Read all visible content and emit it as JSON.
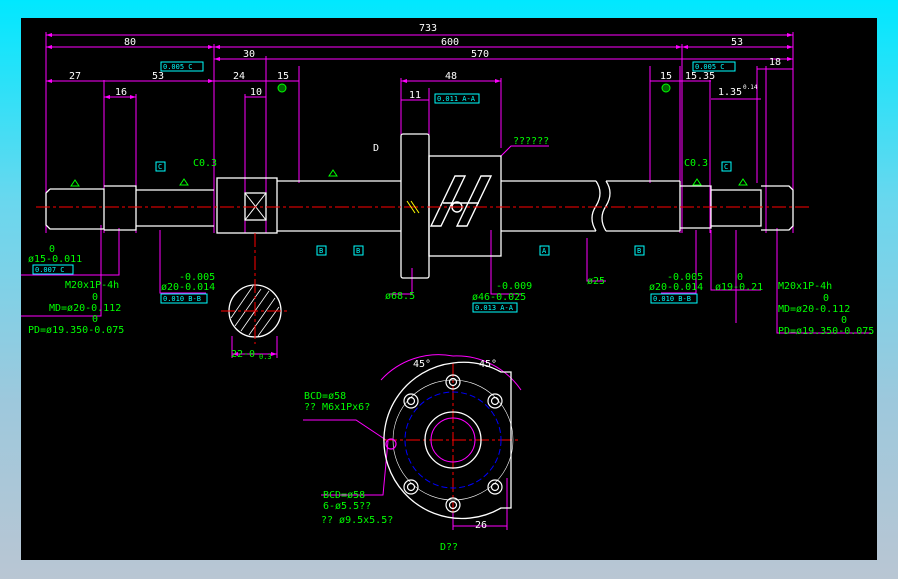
{
  "overall_length": "733",
  "top_dims": {
    "left": "80",
    "middle": "600",
    "right": "53"
  },
  "row2_dims": {
    "d30": "30",
    "d570": "570"
  },
  "row3_dims": {
    "d27": "27",
    "d53": "53",
    "d24": "24",
    "d15a": "15",
    "d48": "48",
    "d15b": "15",
    "d15_35": "15.35",
    "d18": "18"
  },
  "row4_dims": {
    "d16": "16",
    "d10": "10",
    "d11": "11",
    "d1_35": "1.35"
  },
  "tolerance_frames": {
    "left": "0.005 C",
    "right": "0.005 C",
    "nut": "0.011 A-A",
    "c_left": "0.010 B-B",
    "c_right": "0.010 B-B",
    "nut_bottom": "0.013 A-A",
    "end_left": "0.007 C"
  },
  "datums": {
    "c1": "C",
    "c2": "C",
    "b1": "B",
    "b2": "B",
    "b3": "B",
    "a1": "A"
  },
  "chamfers": {
    "left": "C0.3",
    "right": "C0.3"
  },
  "section_label": "D",
  "nut_note": "??????",
  "left_end": {
    "nominal": "0",
    "value": "ø15-0.011",
    "thread": "M20x1P-4h",
    "md_top": "0",
    "md": "MD=ø20-0.112",
    "pd_top": "0",
    "pd": "PD=ø19.350-0.075"
  },
  "left_journal": {
    "top": "-0.005",
    "value": "ø20-0.014"
  },
  "right_journal": {
    "top": "-0.005",
    "value": "ø20-0.014"
  },
  "right_seat": {
    "top": "0",
    "value": "ø19-0.21"
  },
  "right_end": {
    "thread": "M20x1P-4h",
    "md_top": "0",
    "md": "MD=ø20-0.112",
    "pd_top": "0",
    "pd": "PD=ø19.350-0.075"
  },
  "nut_dims": {
    "flange": "ø68.5",
    "body_top": "-0.009",
    "body": "ø46-0.025",
    "shaft": "ø25"
  },
  "section_dims": {
    "width": "22-0",
    "width_tol": "0.3",
    "sup_right": "0.14"
  },
  "flange_view": {
    "angle1": "45°",
    "angle2": "45°",
    "bcd1": "BCD=ø58",
    "tap": "?? M6x1Px6?",
    "bcd2": "BCD=ø58",
    "holes": "6-ø5.5??",
    "counterbore": "?? ø9.5x5.5?",
    "width": "26",
    "label": "D??"
  },
  "colors": {
    "background": "#000000",
    "dimension": "#ff00ff",
    "outline": "#ffffff",
    "centerline": "#ff0000",
    "note": "#00ff00",
    "tag": "#00ffff",
    "hidden": "#0000ff",
    "marker": "#ffff00"
  }
}
